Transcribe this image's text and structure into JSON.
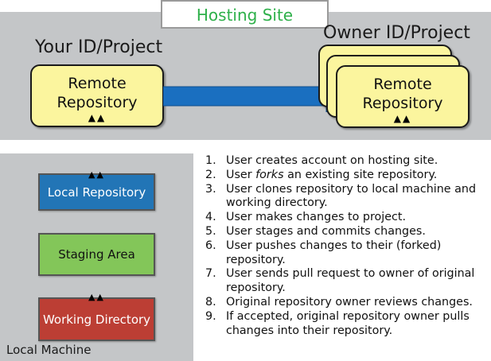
{
  "hosting_site": {
    "title": "Hosting Site",
    "your_heading": "Your ID/Project",
    "owner_heading": "Owner ID/Project",
    "your_remote_label": "Remote\nRepository",
    "owner_remote_label": "Remote\nRepository"
  },
  "local_machine": {
    "label": "Local Machine",
    "local_repository": "Local Repository",
    "staging_area": "Staging Area",
    "working_directory": "Working Directory"
  },
  "steps": [
    {
      "num": "1.",
      "text": "User creates account on hosting site."
    },
    {
      "num": "2.",
      "before": "User ",
      "em": "forks",
      "after": " an existing site repository."
    },
    {
      "num": "3.",
      "text": "User clones repository to local machine and working directory."
    },
    {
      "num": "4.",
      "text": "User makes changes to project."
    },
    {
      "num": "5.",
      "text": "User stages and commits changes."
    },
    {
      "num": "6.",
      "text": "User pushes changes to their (forked) repository."
    },
    {
      "num": "7.",
      "text": "User sends pull request to owner of original repository."
    },
    {
      "num": "8.",
      "text": "Original repository owner reviews changes."
    },
    {
      "num": "9.",
      "text": "If accepted, original repository owner pulls changes into their repository."
    }
  ],
  "colors": {
    "panel_gray": "#c4c6c8",
    "remote_yellow": "#fbf59e",
    "arrow_blue": "#1a6fc0",
    "local_repo_blue": "#2275b6",
    "staging_green": "#83c659",
    "working_red": "#bc3e34",
    "title_green": "#2eb04a"
  },
  "icons": {
    "marker": "black-triangle-pair"
  }
}
